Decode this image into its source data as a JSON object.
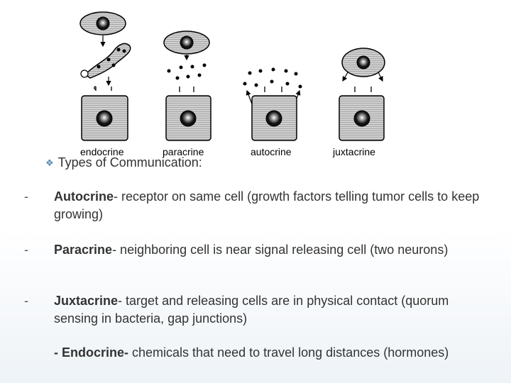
{
  "figure": {
    "captions": [
      "endocrine",
      "paracrine",
      "autocrine",
      "juxtacrine"
    ]
  },
  "heading": "Types of Communication:",
  "items": [
    {
      "dash": "-",
      "term": "Autocrine",
      "rest": "- receptor on same cell (growth factors telling tumor cells to keep growing)"
    },
    {
      "dash": "-",
      "term": "Paracrine",
      "rest": "- neighboring cell is near signal releasing cell (two neurons)"
    },
    {
      "dash": "-",
      "term": "Juxtacrine",
      "rest": "- target and releasing cells are in physical contact (quorum sensing in bacteria, gap junctions)"
    },
    {
      "dash": "",
      "term": "- Endocrine-",
      "rest": " chemicals that need to travel long distances (hormones)"
    }
  ]
}
